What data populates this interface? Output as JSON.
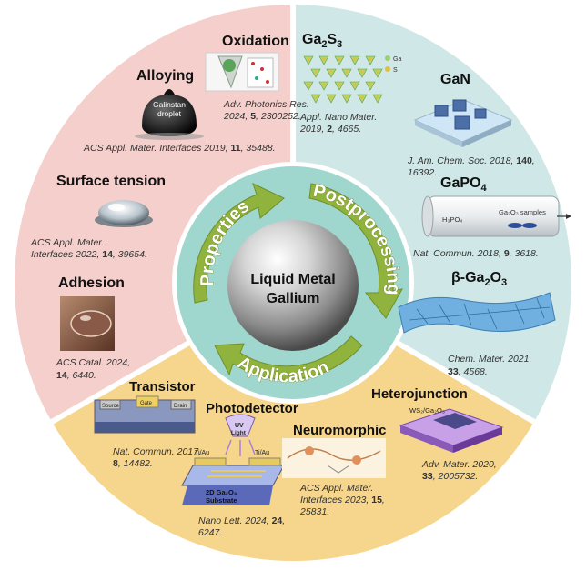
{
  "center": {
    "line1": "Liquid Metal",
    "line2": "Gallium"
  },
  "ring": {
    "properties": "Properties",
    "postprocessing": "Postprocessing",
    "application": "Application"
  },
  "colors": {
    "properties_sector": "#f4cfcb",
    "postprocessing_sector": "#cfe7e6",
    "application_sector": "#f6d58c",
    "inner_ring": "#9fd6cd",
    "arrow_green": "#8fb33c",
    "divider": "#ffffff"
  },
  "panels": {
    "oxidation": {
      "title": "Oxidation",
      "ref_journal": "Adv. Photonics Res.",
      "ref_year": "2024, ",
      "ref_vol": "5",
      "ref_pages": ", 2300252."
    },
    "alloying": {
      "title": "Alloying",
      "image_label_1": "Galinstan",
      "image_label_2": "droplet",
      "ref_journal": "ACS Appl. Mater. Interfaces",
      "ref_year": " 2019, ",
      "ref_vol": "11",
      "ref_pages": ", 35488."
    },
    "surface_tension": {
      "title": "Surface tension",
      "ref_line1": "ACS Appl. Mater.",
      "ref_line2_journal": "Interfaces",
      "ref_year": " 2022, ",
      "ref_vol": "14",
      "ref_pages": ", 39654."
    },
    "adhesion": {
      "title": "Adhesion",
      "ref_line1": "ACS Catal. 2024,",
      "ref_vol": "14",
      "ref_pages": ", 6440."
    },
    "ga2s3": {
      "title_main": "Ga",
      "title_sub1": "2",
      "title_mid": "S",
      "title_sub2": "3",
      "legend_ga": "Ga",
      "legend_s": "S",
      "ref_line1": "Appl. Nano Mater.",
      "ref_year": "2019, ",
      "ref_vol": "2",
      "ref_pages": ", 4665."
    },
    "gan": {
      "title": "GaN",
      "ref_journal": "J. Am. Chem. Soc.",
      "ref_year": " 2018, ",
      "ref_vol": "140",
      "ref_pages": ",",
      "ref_line2": "16392."
    },
    "gapo4": {
      "title_main": "GaPO",
      "title_sub": "4",
      "label_h3po4": "H₃PO₄",
      "label_samples": "Ga₂O₃ samples",
      "ref_journal": "Nat. Commun.",
      "ref_year": " 2018, ",
      "ref_vol": "9",
      "ref_pages": ", 3618."
    },
    "bga2o3": {
      "title_main": "β-Ga",
      "title_sub1": "2",
      "title_mid": "O",
      "title_sub2": "3",
      "ref_line1": "Chem. Mater. 2021,",
      "ref_vol": "33",
      "ref_pages": ", 4568."
    },
    "transistor": {
      "title": "Transistor",
      "label_source": "Source",
      "label_gate": "Gate",
      "label_drain": "Drain",
      "ref_journal": "Nat. Commun.",
      "ref_year": " 2017,",
      "ref_vol": "8",
      "ref_pages": ", 14482."
    },
    "photodetector": {
      "title": "Photodetector",
      "label_uv": "UV",
      "label_light": "Light",
      "label_tiau_left": "Ti/Au",
      "label_tiau_right": "Ti/Au",
      "label_2d": "2D Ga₂O₃",
      "label_substrate": "Substrate",
      "ref_journal": "Nano Lett.",
      "ref_year": " 2024, ",
      "ref_vol": "24",
      "ref_pages": ",",
      "ref_line2": "6247."
    },
    "neuromorphic": {
      "title": "Neuromorphic",
      "ref_line1": "ACS Appl. Mater.",
      "ref_line2_journal": "Interfaces",
      "ref_year": " 2023, ",
      "ref_vol": "15",
      "ref_pages": ",",
      "ref_line3": "25831."
    },
    "heterojunction": {
      "title": "Heterojunction",
      "label_ws2": "WS₂/Ga₂O₃",
      "ref_journal": "Adv. Mater.",
      "ref_year": " 2020,",
      "ref_vol": "33",
      "ref_pages": ", 2005732."
    }
  }
}
